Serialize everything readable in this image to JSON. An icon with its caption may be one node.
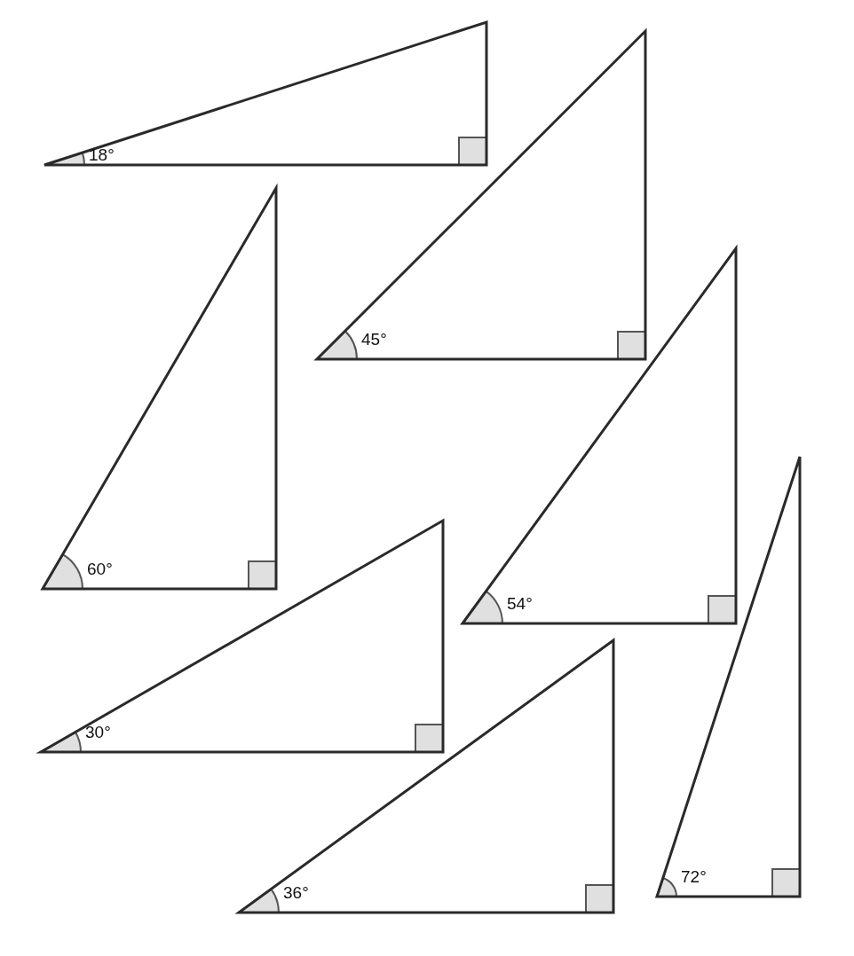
{
  "diagram": {
    "nodes": [
      {
        "text": [
          "18°"
        ]
      },
      {
        "text": [
          "45°"
        ]
      },
      {
        "text": [
          "60°"
        ]
      },
      {
        "text": [
          "54°"
        ]
      },
      {
        "text": [
          "72°"
        ]
      },
      {
        "text": [
          "30°"
        ]
      },
      {
        "text": [
          "36°"
        ]
      }
    ]
  }
}
